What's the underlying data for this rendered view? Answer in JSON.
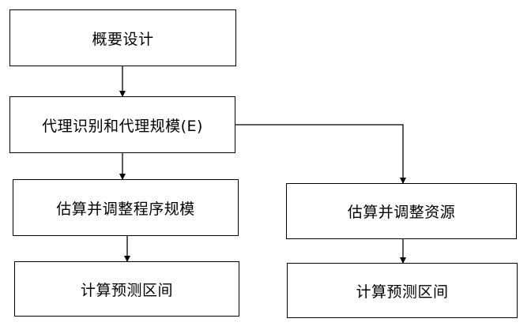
{
  "diagram": {
    "nodes": [
      {
        "id": "n1",
        "label": "概要设计"
      },
      {
        "id": "n2",
        "label": "代理识别和代理规模(E)"
      },
      {
        "id": "n3",
        "label": "估算并调整程序规模"
      },
      {
        "id": "n4",
        "label": "估算并调整资源"
      },
      {
        "id": "n5",
        "label": "计算预测区间"
      },
      {
        "id": "n6",
        "label": "计算预测区间"
      }
    ],
    "edges": [
      {
        "from": "n1",
        "to": "n2"
      },
      {
        "from": "n2",
        "to": "n3"
      },
      {
        "from": "n2",
        "to": "n4"
      },
      {
        "from": "n3",
        "to": "n5"
      },
      {
        "from": "n4",
        "to": "n6"
      }
    ],
    "colors": {
      "stroke": "#000000",
      "background": "#ffffff",
      "text": "#000000"
    }
  }
}
